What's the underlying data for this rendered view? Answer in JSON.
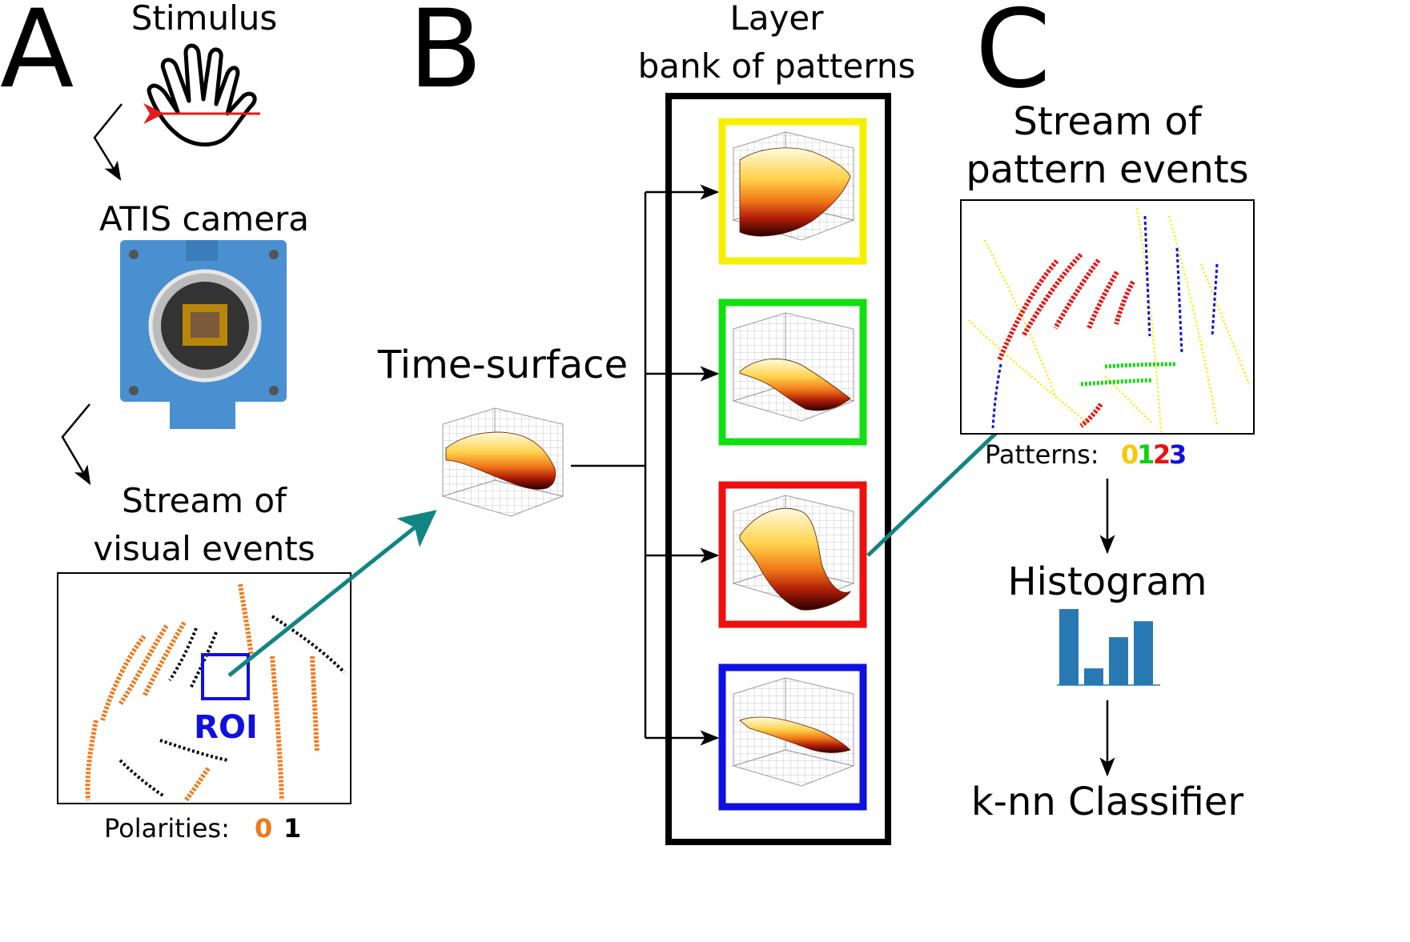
{
  "panels": {
    "a": {
      "letter": "A",
      "stimulus": "Stimulus",
      "camera": "ATIS camera",
      "stream_line1": "Stream of",
      "stream_line2": "visual events",
      "roi": "ROI",
      "polarities_label": "Polarities:",
      "pol0": "0",
      "pol1": "1"
    },
    "b": {
      "letter": "B",
      "layer_line1": "Layer",
      "layer_line2": "bank of patterns",
      "time_surface": "Time-surface"
    },
    "c": {
      "letter": "C",
      "stream_line1": "Stream of",
      "stream_line2": "pattern events",
      "patterns_label": "Patterns:",
      "p0": "0",
      "p1": "1",
      "p2": "2",
      "p3": "3",
      "histogram": "Histogram",
      "classifier": "k-nn Classifier"
    }
  },
  "histogram_bars": [
    1.0,
    0.22,
    0.63,
    0.84
  ],
  "colors": {
    "polarity0": "#f07818",
    "polarity1": "#000000",
    "roi": "#1010e0",
    "teal": "#138484",
    "hist": "#2878b4",
    "pattern0": "#f7ef00",
    "pattern1": "#10e010",
    "pattern2": "#ee1010",
    "pattern3": "#1010e0",
    "camera_blue": "#4a90d0",
    "stimulus_arrow": "#e41a1c"
  },
  "icons": [
    "hand-icon",
    "camera-icon",
    "surface-plot-icon"
  ]
}
